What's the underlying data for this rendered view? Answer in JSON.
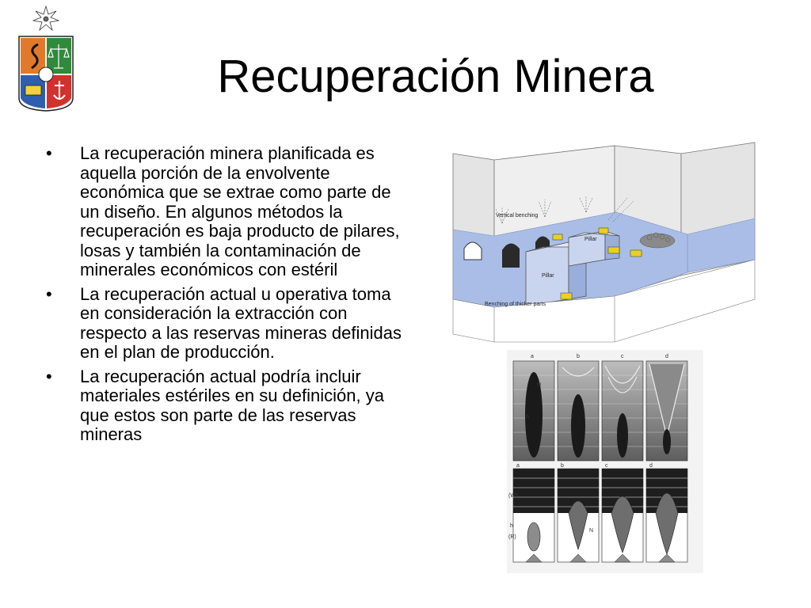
{
  "slide": {
    "title": "Recuperación Minera",
    "bullets": [
      "La recuperación minera planificada es aquella porción de la envolvente económica que se extrae como parte de un diseño. En algunos métodos la recuperación es baja producto de pilares, losas y también la contaminación de minerales económicos con estéril",
      "La recuperación actual u operativa toma en consideración la extracción con respecto a las reservas mineras definidas en el plan de producción.",
      "La recuperación actual podría incluir materiales estériles en su definición, ya que estos son parte de las reservas mineras"
    ],
    "bullet_symbol": "•"
  },
  "figure_mining": {
    "labels": {
      "vertical_benching": "Vertical benching",
      "pillar_top": "Pillar",
      "pillar_bottom": "Pillar",
      "benching_thicker": "Benching of thicker parts"
    }
  },
  "figure_draw": {
    "top_panel_letters": [
      "a",
      "b",
      "c",
      "d"
    ],
    "bottom_panel_letters": [
      "a",
      "b",
      "c",
      "d"
    ],
    "side_labels": {
      "w": "(W)",
      "r": "(R)",
      "n": "N",
      "h1": "h",
      "h2": "h"
    }
  },
  "colors": {
    "slide_background": "#ffffff",
    "text": "#000000",
    "logo_orange": "#e07a2a",
    "logo_green": "#2f8a3c",
    "logo_blue": "#2e5fae",
    "logo_red": "#d2322d",
    "ore_blue": "#a9bde6",
    "rock_grey": "#dedede"
  }
}
